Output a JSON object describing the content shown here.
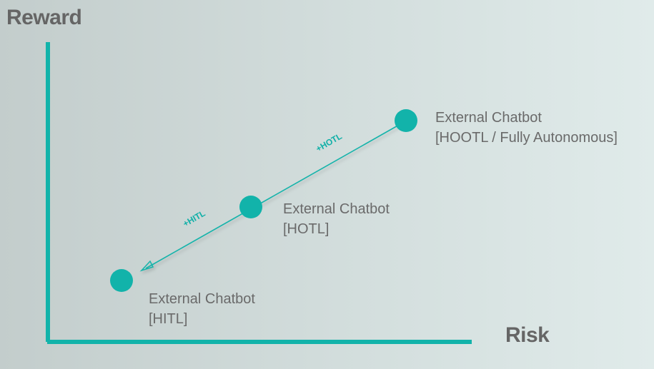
{
  "axes": {
    "y_label": "Reward",
    "x_label": "Risk"
  },
  "colors": {
    "accent": "#12b3aa",
    "text": "#656565"
  },
  "points": [
    {
      "line1": "External Chatbot",
      "line2": "[HITL]"
    },
    {
      "line1": "External Chatbot",
      "line2": "[HOTL]"
    },
    {
      "line1": "External Chatbot",
      "line2": "[HOOTL / Fully Autonomous]"
    }
  ],
  "arrow_labels": {
    "lower": "+HITL",
    "upper": "+HOTL"
  }
}
